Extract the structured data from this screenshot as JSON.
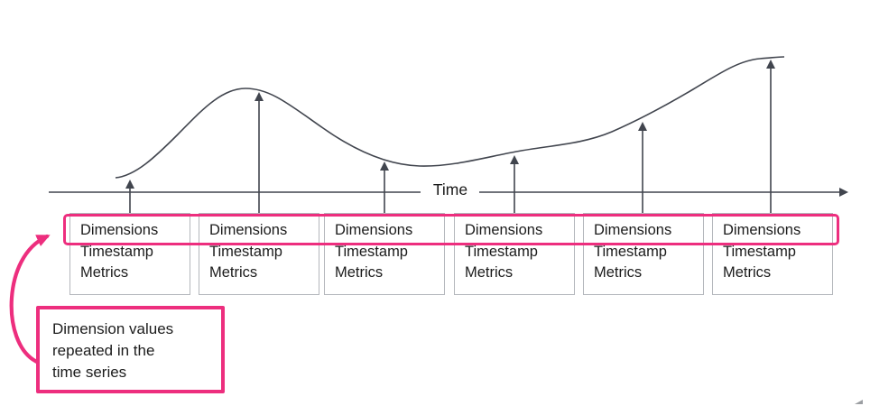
{
  "diagram": {
    "axis_label": "Time",
    "callout_lines": [
      "Dimension values",
      "repeated in the",
      "time series"
    ]
  },
  "records": [
    {
      "dimensions": "Dimensions",
      "timestamp": "Timestamp",
      "metrics": "Metrics"
    },
    {
      "dimensions": "Dimensions",
      "timestamp": "Timestamp",
      "metrics": "Metrics"
    },
    {
      "dimensions": "Dimensions",
      "timestamp": "Timestamp",
      "metrics": "Metrics"
    },
    {
      "dimensions": "Dimensions",
      "timestamp": "Timestamp",
      "metrics": "Metrics"
    },
    {
      "dimensions": "Dimensions",
      "timestamp": "Timestamp",
      "metrics": "Metrics"
    },
    {
      "dimensions": "Dimensions",
      "timestamp": "Timestamp",
      "metrics": "Metrics"
    }
  ],
  "icons": {
    "axis_arrow": "right-arrowhead",
    "data_point_arrows": "up-arrowhead",
    "callout_arrow": "curved-pink-arrow"
  },
  "colors": {
    "highlight_pink": "#ed2e7e",
    "line_ink": "#41454e",
    "card_border": "#b4b7bc",
    "text_ink": "#1c1c1c"
  }
}
